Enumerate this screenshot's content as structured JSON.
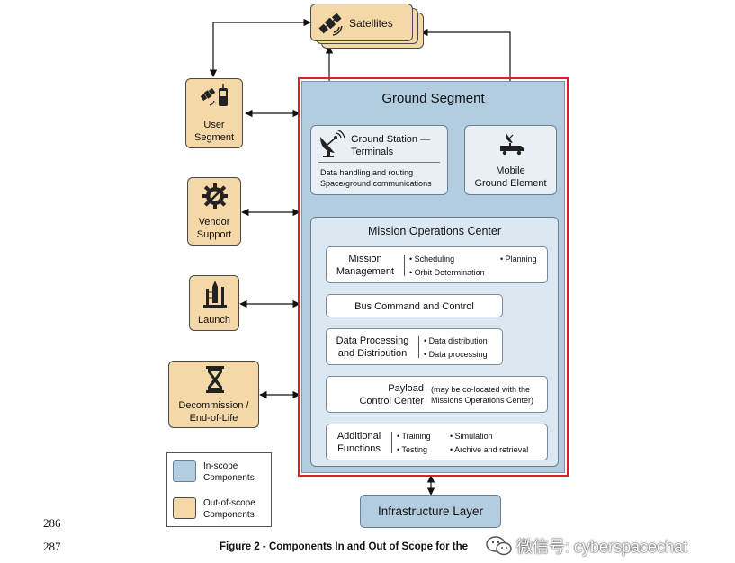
{
  "satellites": {
    "label": "Satellites"
  },
  "user_segment": {
    "label": "User\nSegment"
  },
  "vendor_support": {
    "label": "Vendor\nSupport"
  },
  "launch": {
    "label": "Launch"
  },
  "decommission": {
    "label": "Decommission /\nEnd-of-Life"
  },
  "ground_segment": {
    "title": "Ground Segment",
    "ground_station": {
      "title": "Ground Station —\nTerminals",
      "details": "Data handling and routing\nSpace/ground communications"
    },
    "mobile_ground": {
      "label": "Mobile\nGround Element"
    },
    "moc": {
      "title": "Mission Operations Center",
      "mission_management": {
        "label": "Mission\nManagement",
        "bullets": [
          "Scheduling",
          "Planning",
          "Orbit Determination"
        ]
      },
      "bus_command": {
        "label": "Bus Command and Control"
      },
      "data_processing": {
        "label": "Data Processing\nand Distribution",
        "bullets": [
          "Data distribution",
          "Data processing"
        ]
      },
      "payload_control": {
        "label": "Payload\nControl Center",
        "note": "(may be co-located with the\nMissions Operations Center)"
      },
      "additional_functions": {
        "label": "Additional\nFunctions",
        "bullets": [
          "Training",
          "Simulation",
          "Testing",
          "Archive and retrieval"
        ]
      }
    }
  },
  "infrastructure": {
    "label": "Infrastructure Layer"
  },
  "legend": {
    "in_scope": "In-scope\nComponents",
    "out_of_scope": "Out-of-scope\nComponents"
  },
  "line_numbers": [
    "286",
    "287"
  ],
  "caption": "Figure 2 - Components In and Out of Scope for the",
  "watermark": "微信号: cyberspacechat",
  "colors": {
    "in_scope": "#b3cde0",
    "out_of_scope": "#f5d8a8",
    "scope_border": "#e02020"
  }
}
